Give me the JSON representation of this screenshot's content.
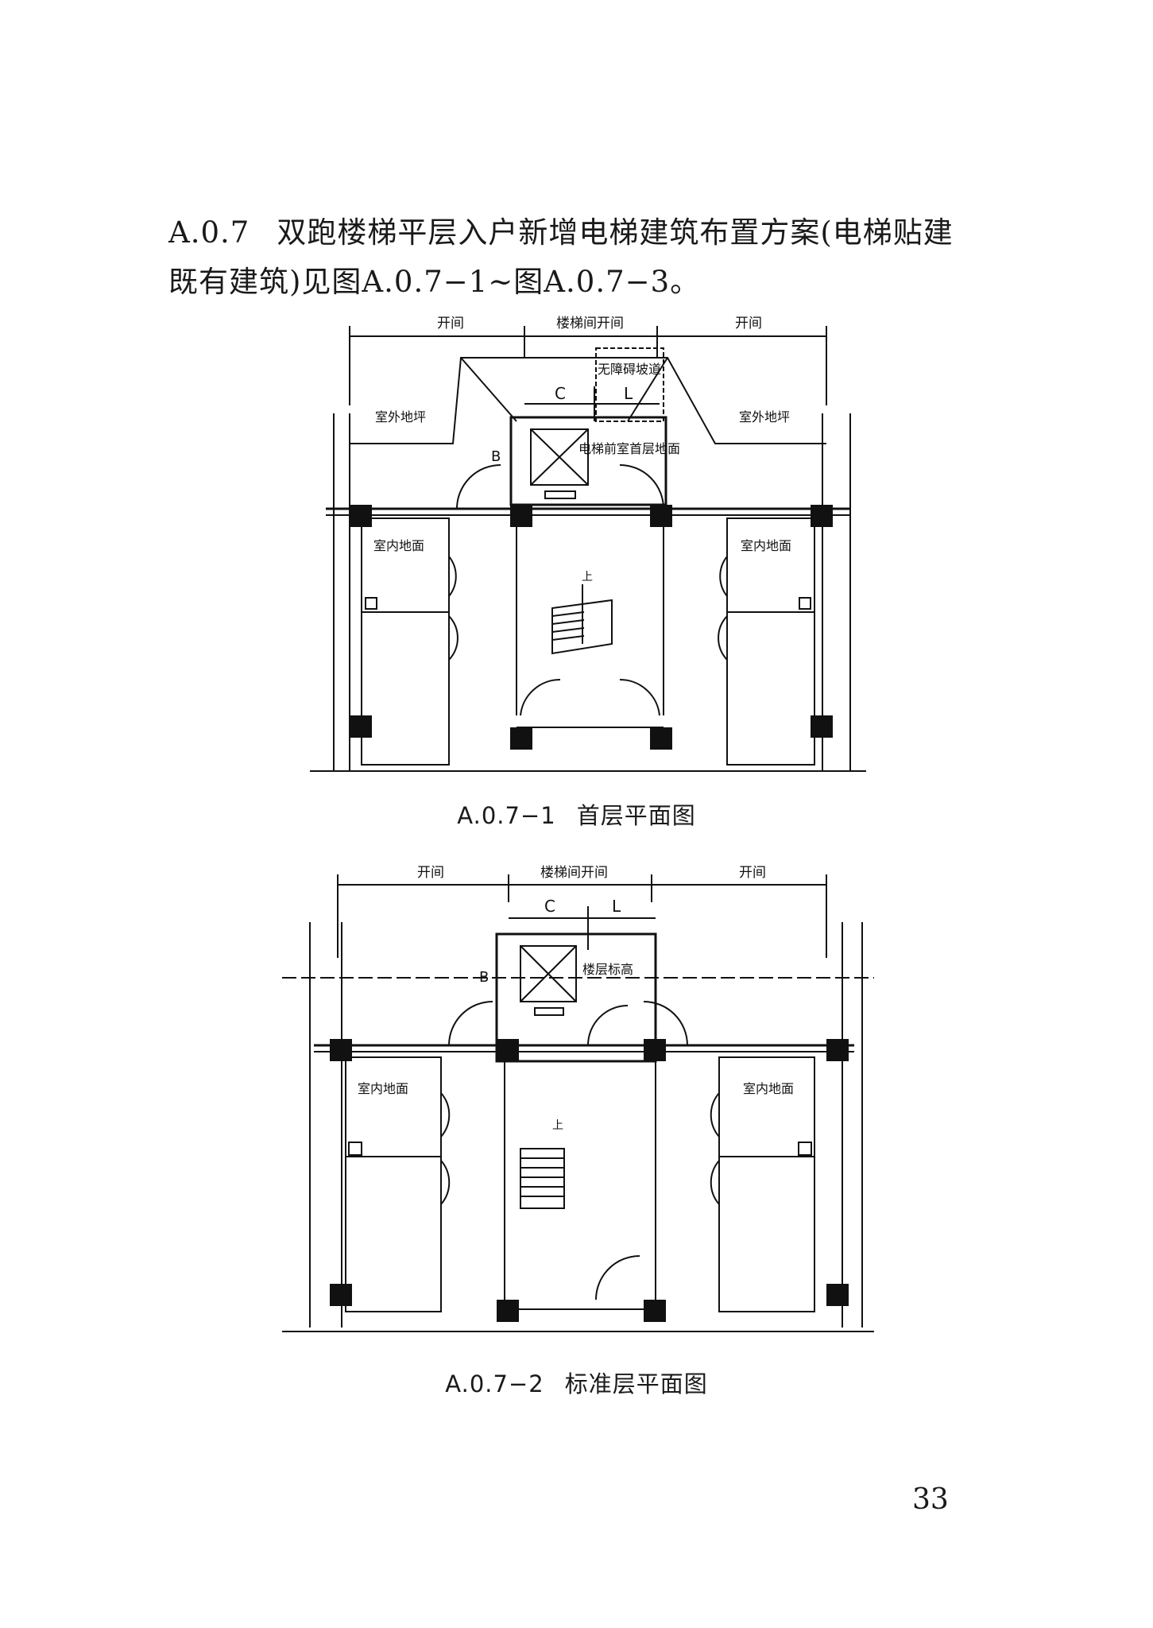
{
  "intro": {
    "number": "A.0.7",
    "line1": "双跑楼梯平层入户新增电梯建筑布置方案(电梯贴建",
    "line2": "既有建筑)见图A.0.7−1~图A.0.7−3。"
  },
  "figure1": {
    "labels": {
      "bay_left": "开间",
      "bay_center": "楼梯间开间",
      "bay_right": "开间",
      "dim_c": "C",
      "dim_l": "L",
      "dim_b": "B",
      "ramp": "无障碍坡道",
      "outdoor_left": "室外地坪",
      "outdoor_right": "室外地坪",
      "lobby": "电梯前室首层地面",
      "indoor_left": "室内地面",
      "indoor_right": "室内地面",
      "stair_up": "上"
    },
    "caption_id": "A.0.7−1",
    "caption_title": "首层平面图"
  },
  "figure2": {
    "labels": {
      "bay_left": "开间",
      "bay_center": "楼梯间开间",
      "bay_right": "开间",
      "dim_c": "C",
      "dim_l": "L",
      "dim_b": "B",
      "floor_level": "楼层标高",
      "indoor_left": "室内地面",
      "indoor_right": "室内地面",
      "stair_up": "上"
    },
    "caption_id": "A.0.7−2",
    "caption_title": "标准层平面图"
  },
  "page_number": "33"
}
